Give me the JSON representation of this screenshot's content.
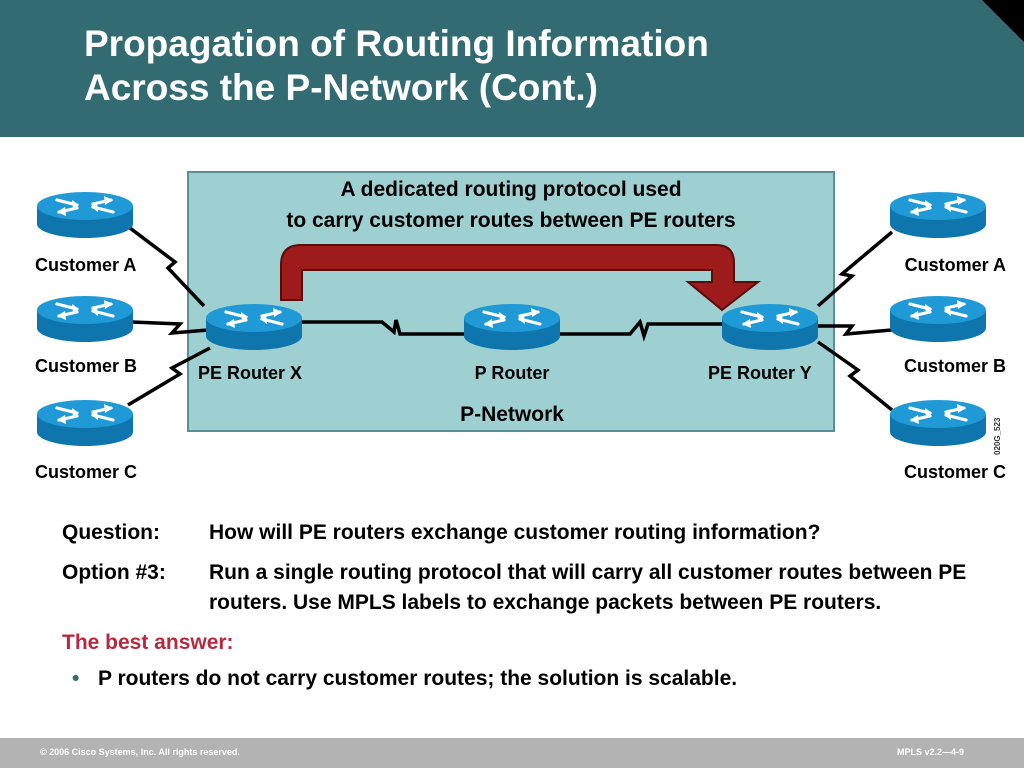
{
  "slide": {
    "title_lines": [
      "Propagation of Routing Information",
      "Across the P-Network (Cont.)"
    ]
  },
  "diagram": {
    "callout_lines": [
      "A dedicated routing protocol used",
      "to carry customer routes between PE routers"
    ],
    "network_label": "P-Network",
    "figure_id": "020G_523",
    "routers": {
      "pe_x": "PE Router X",
      "p": "P Router",
      "pe_y": "PE Router Y",
      "left_customers": [
        "Customer A",
        "Customer B",
        "Customer C"
      ],
      "right_customers": [
        "Customer A",
        "Customer B",
        "Customer C"
      ]
    },
    "colors": {
      "network_fill": "#9ecfd1",
      "router_fill": "#1f9ad6",
      "arrow": "#9e1b1b",
      "header": "#336b73"
    }
  },
  "qa": {
    "question_label": "Question:",
    "question_text": "How will PE routers exchange customer routing information?",
    "option_label": "Option #3:",
    "option_text": "Run a single routing protocol that will carry all customer routes between PE routers. Use MPLS labels to exchange packets between PE routers.",
    "best_label": "The best answer:",
    "bullet_text": "P routers do not carry customer routes; the solution is scalable."
  },
  "footer": {
    "copyright": "© 2006 Cisco Systems, Inc. All rights reserved.",
    "course_page": "MPLS v2.2—4-9"
  }
}
